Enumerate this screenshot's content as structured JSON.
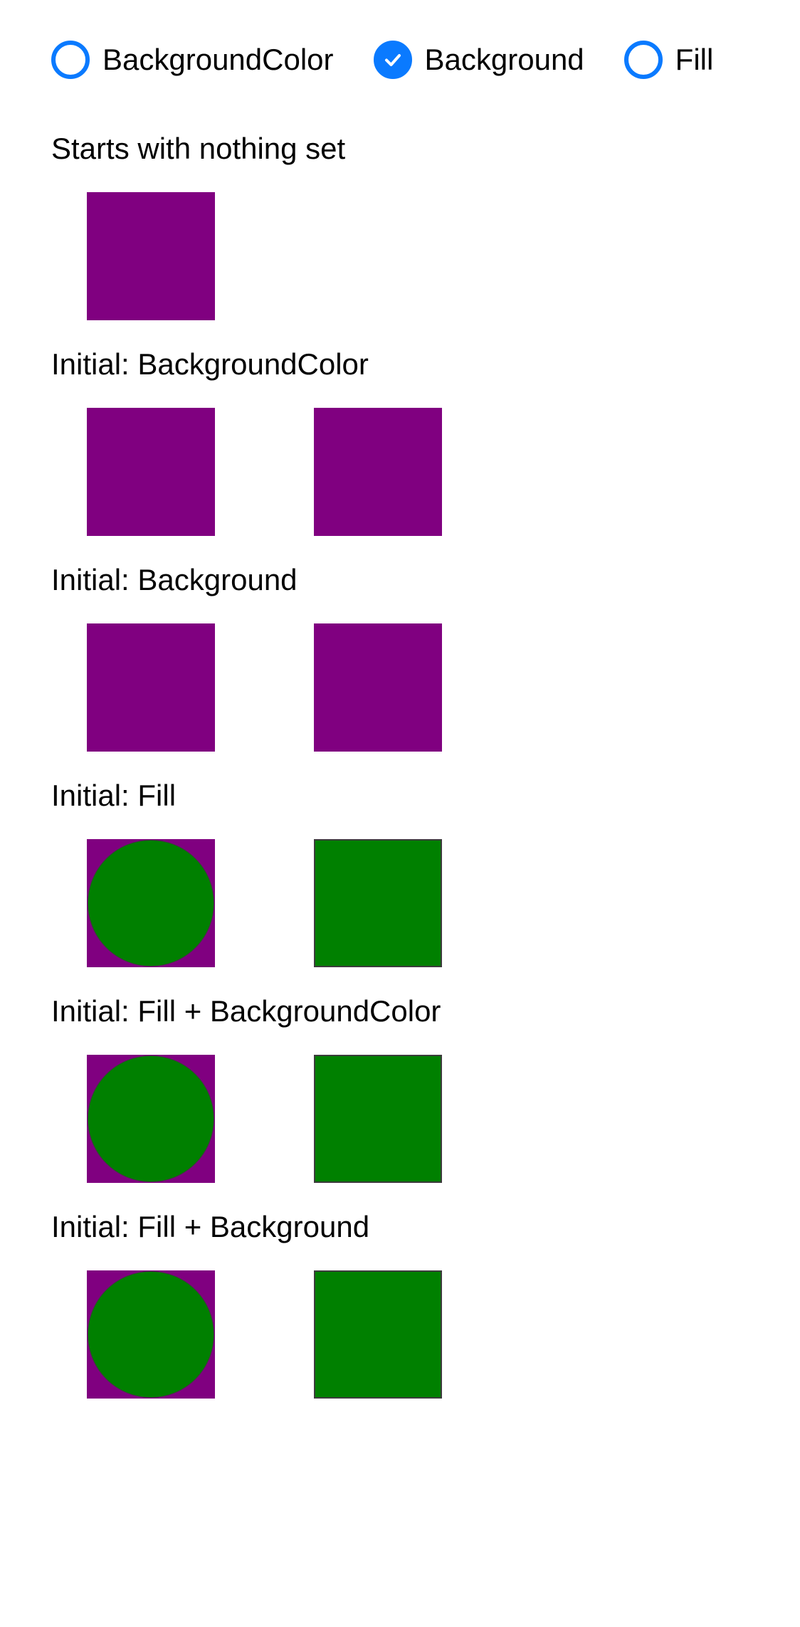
{
  "colors": {
    "accent": "#0a7aff",
    "purple": "#800080",
    "green": "#008000"
  },
  "mode_selector": {
    "options": [
      {
        "label": "BackgroundColor",
        "checked": false
      },
      {
        "label": "Background",
        "checked": true
      },
      {
        "label": "Fill",
        "checked": false
      }
    ]
  },
  "sections": [
    {
      "title": "Starts with nothing set",
      "swatches": [
        "purple-square"
      ]
    },
    {
      "title": "Initial: BackgroundColor",
      "swatches": [
        "purple-square",
        "purple-square"
      ]
    },
    {
      "title": "Initial: Background",
      "swatches": [
        "purple-square",
        "purple-square"
      ]
    },
    {
      "title": "Initial: Fill",
      "swatches": [
        "green-circle-on-purple",
        "green-square"
      ]
    },
    {
      "title": "Initial: Fill + BackgroundColor",
      "swatches": [
        "green-circle-on-purple",
        "green-square"
      ]
    },
    {
      "title": "Initial: Fill + Background",
      "swatches": [
        "green-circle-on-purple",
        "green-square"
      ]
    }
  ]
}
